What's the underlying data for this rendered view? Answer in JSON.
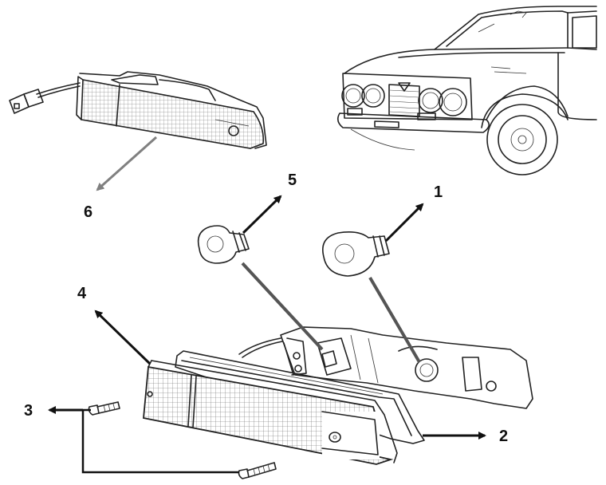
{
  "callouts": [
    {
      "id": "1",
      "label": "1"
    },
    {
      "id": "2",
      "label": "2"
    },
    {
      "id": "3",
      "label": "3"
    },
    {
      "id": "4",
      "label": "4"
    },
    {
      "id": "5",
      "label": "5"
    },
    {
      "id": "6",
      "label": "6"
    }
  ],
  "colors": {
    "ink": "#111111",
    "arrow_gray": "#808080",
    "background": "#ffffff"
  }
}
